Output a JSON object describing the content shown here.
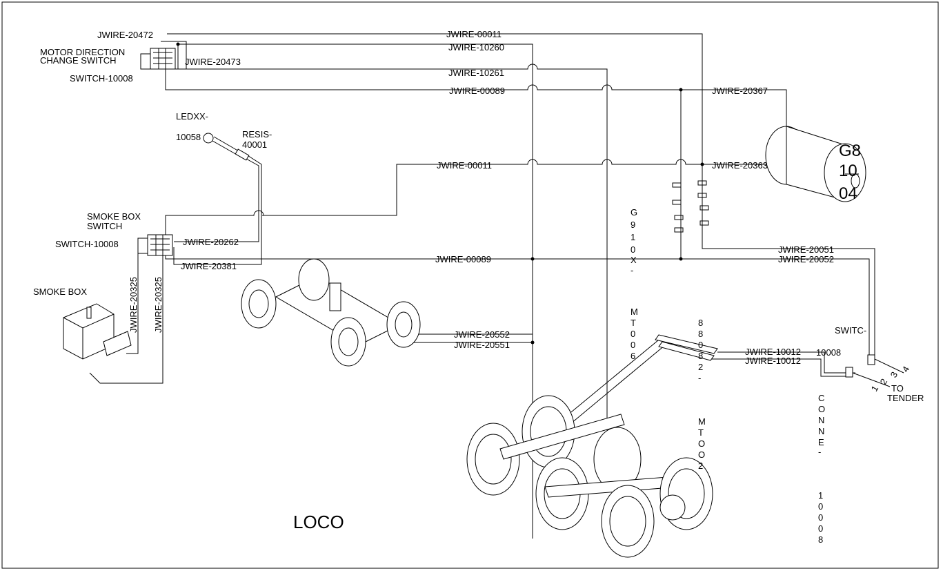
{
  "diagram": {
    "title": "LOCO",
    "components": {
      "motor_switch_ref": "JWIRE-20472",
      "motor_switch_name_1": "MOTOR DIRECTION",
      "motor_switch_name_2": "CHANGE SWITCH",
      "motor_switch_part": "SWITCH-10008",
      "motor_switch_jumper": "JWIRE-20473",
      "led_name": "LEDXX-",
      "led_part": "10058",
      "resistor_name": "RESIS-",
      "resistor_part": "40001",
      "smokebox_switch_1": "SMOKE BOX",
      "smokebox_switch_2": "SWITCH",
      "smokebox_switch_part": "SWITCH-10008",
      "smokebox": "SMOKE BOX",
      "switc_name": "SWITC-",
      "switc_part": "10008",
      "to_tender_1": "TO",
      "to_tender_2": "TENDER",
      "motor_label_1": "G8",
      "motor_label_2": "10",
      "motor_label_3": "04",
      "vert_g910x": [
        "G",
        "9",
        "1",
        "0",
        "X",
        "-"
      ],
      "vert_mt006": [
        "M",
        "T",
        "0",
        "0",
        "6"
      ],
      "vert_88082": [
        "8",
        "8",
        "0",
        "8",
        "2",
        "-"
      ],
      "vert_mtoo2": [
        "M",
        "T",
        "O",
        "O",
        "2"
      ],
      "vert_conne": [
        "C",
        "O",
        "N",
        "N",
        "E",
        "-"
      ],
      "vert_10008": [
        "1",
        "0",
        "0",
        "0",
        "8"
      ],
      "conn_pins": [
        "1",
        "2",
        "3",
        "4"
      ]
    },
    "wires": {
      "w00011_top": "JWIRE-00011",
      "w10260": "JWIRE-10260",
      "w10261": "JWIRE-10261",
      "w00089_top": "JWIRE-00089",
      "w20367": "JWIRE-20367",
      "w00011_mid": "JWIRE-00011",
      "w20363": "JWIRE-20363",
      "w20262": "JWIRE-20262",
      "w20381": "JWIRE-20381",
      "w00089_mid": "JWIRE-00089",
      "w20051": "JWIRE-20051",
      "w20052": "JWIRE-20052",
      "w20325_a": "JWIRE-20325",
      "w20325_b": "JWIRE-20325",
      "w20552": "JWIRE-20552",
      "w20551": "JWIRE-20551",
      "w10012_a": "JWIRE-10012",
      "w10012_b": "JWIRE-10012"
    }
  }
}
